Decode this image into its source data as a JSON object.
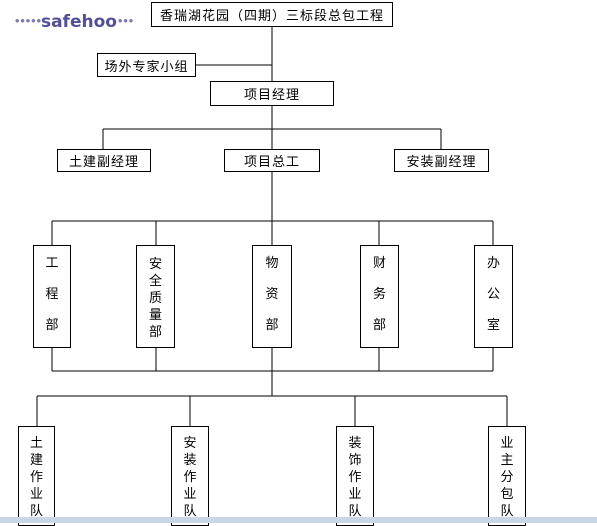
{
  "logo": {
    "dots_left": "•••••",
    "text": "safehoo",
    "dots_right": "•••"
  },
  "top_title": "香瑞湖花园（四期）三标段总包工程",
  "expert_group": "场外专家小组",
  "project_manager": "项目经理",
  "deputy_civil": "土建副经理",
  "chief_engineer": "项目总工",
  "deputy_install": "安装副经理",
  "departments": [
    "工程部",
    "安全质量部",
    "物资部",
    "财务部",
    "办公室"
  ],
  "teams": [
    "土建作业队",
    "安装作业队",
    "装饰作业队",
    "业主分包队"
  ],
  "colors": {
    "line": "#000000",
    "logo": "#4f4f9c",
    "bottom_bar": "#c9d6e8"
  }
}
